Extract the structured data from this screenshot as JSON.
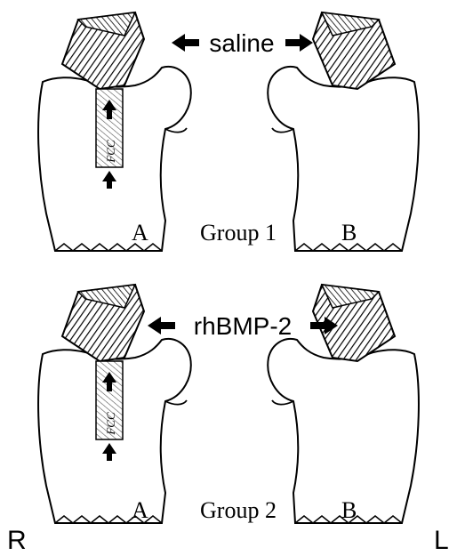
{
  "groups": [
    {
      "agent_label": "saline",
      "group_label": "Group 1",
      "left_femur_label": "A",
      "right_femur_label": "B",
      "core_text": "FCC"
    },
    {
      "agent_label": "rhBMP-2",
      "group_label": "Group 2",
      "left_femur_label": "A",
      "right_femur_label": "B",
      "core_text": "FCC"
    }
  ],
  "side_labels": {
    "right": "R",
    "left": "L"
  }
}
